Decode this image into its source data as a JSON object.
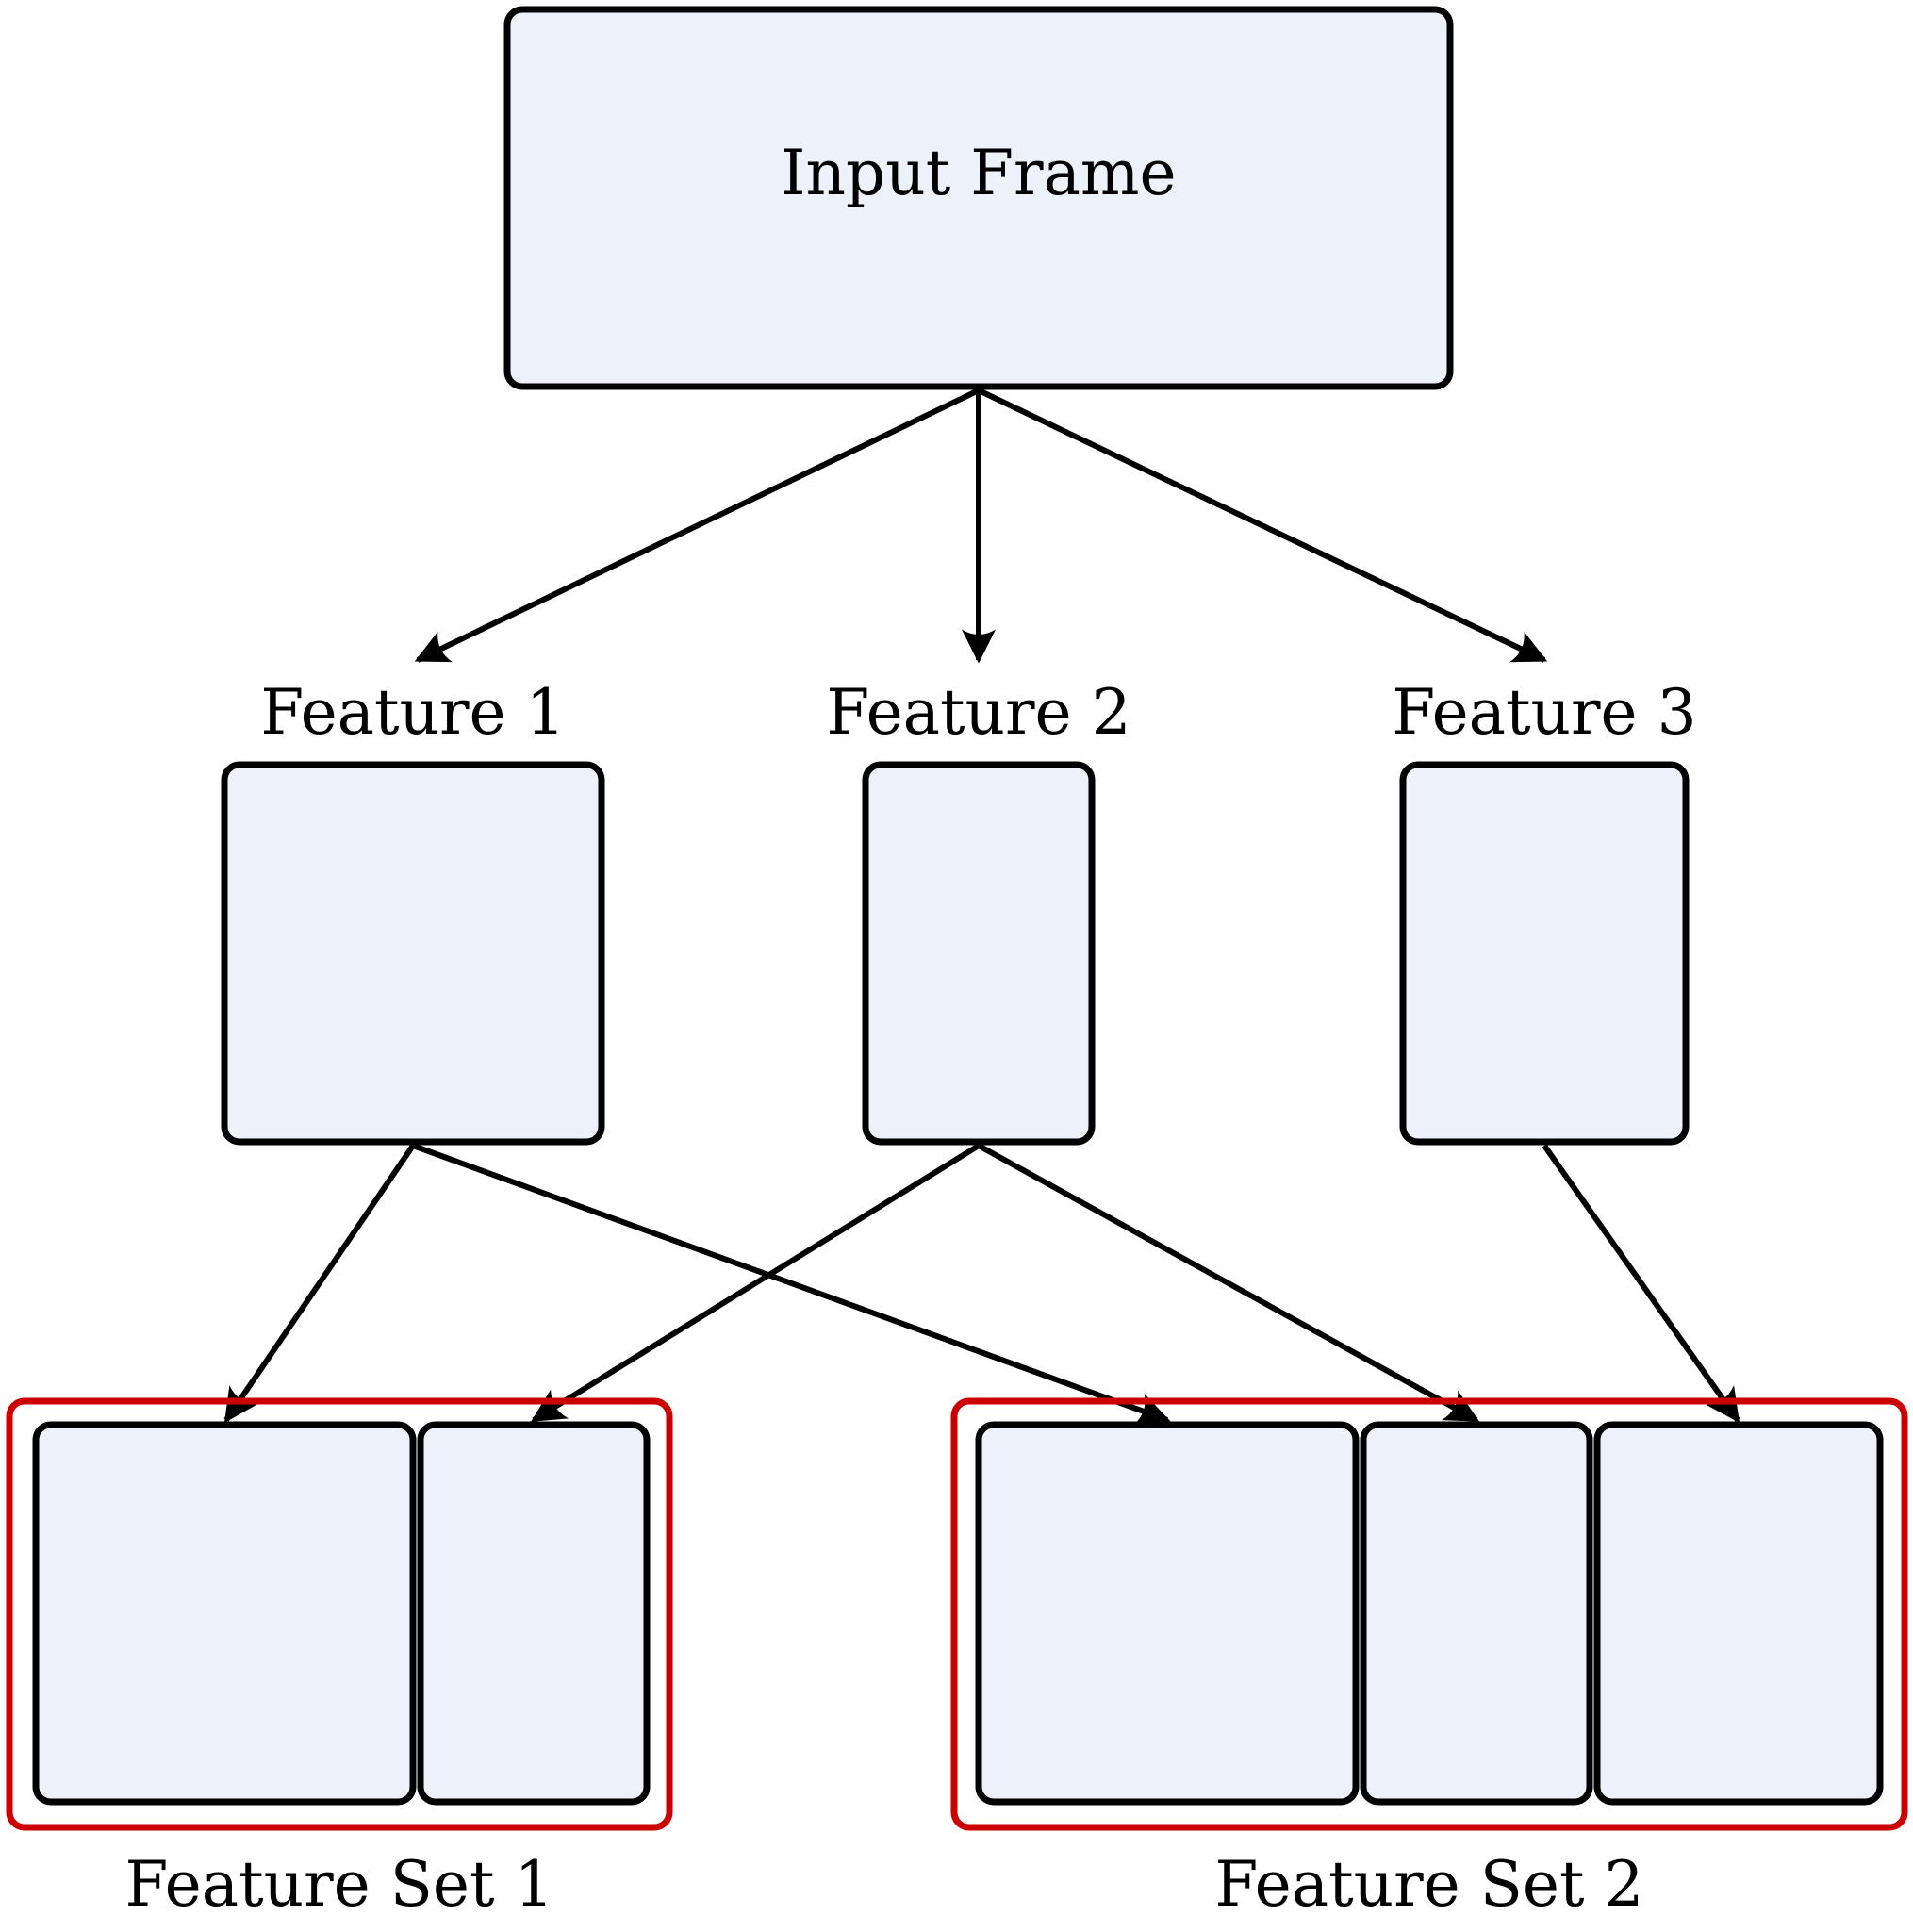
{
  "diagram": {
    "input_label": "Input Frame",
    "features": [
      {
        "label": "Feature 1"
      },
      {
        "label": "Feature 2"
      },
      {
        "label": "Feature 3"
      }
    ],
    "feature_sets": [
      {
        "label": "Feature Set 1"
      },
      {
        "label": "Feature Set 2"
      }
    ],
    "colors": {
      "node_fill": "#edf1fa",
      "node_stroke": "#000000",
      "group_stroke": "#cc0000"
    }
  }
}
